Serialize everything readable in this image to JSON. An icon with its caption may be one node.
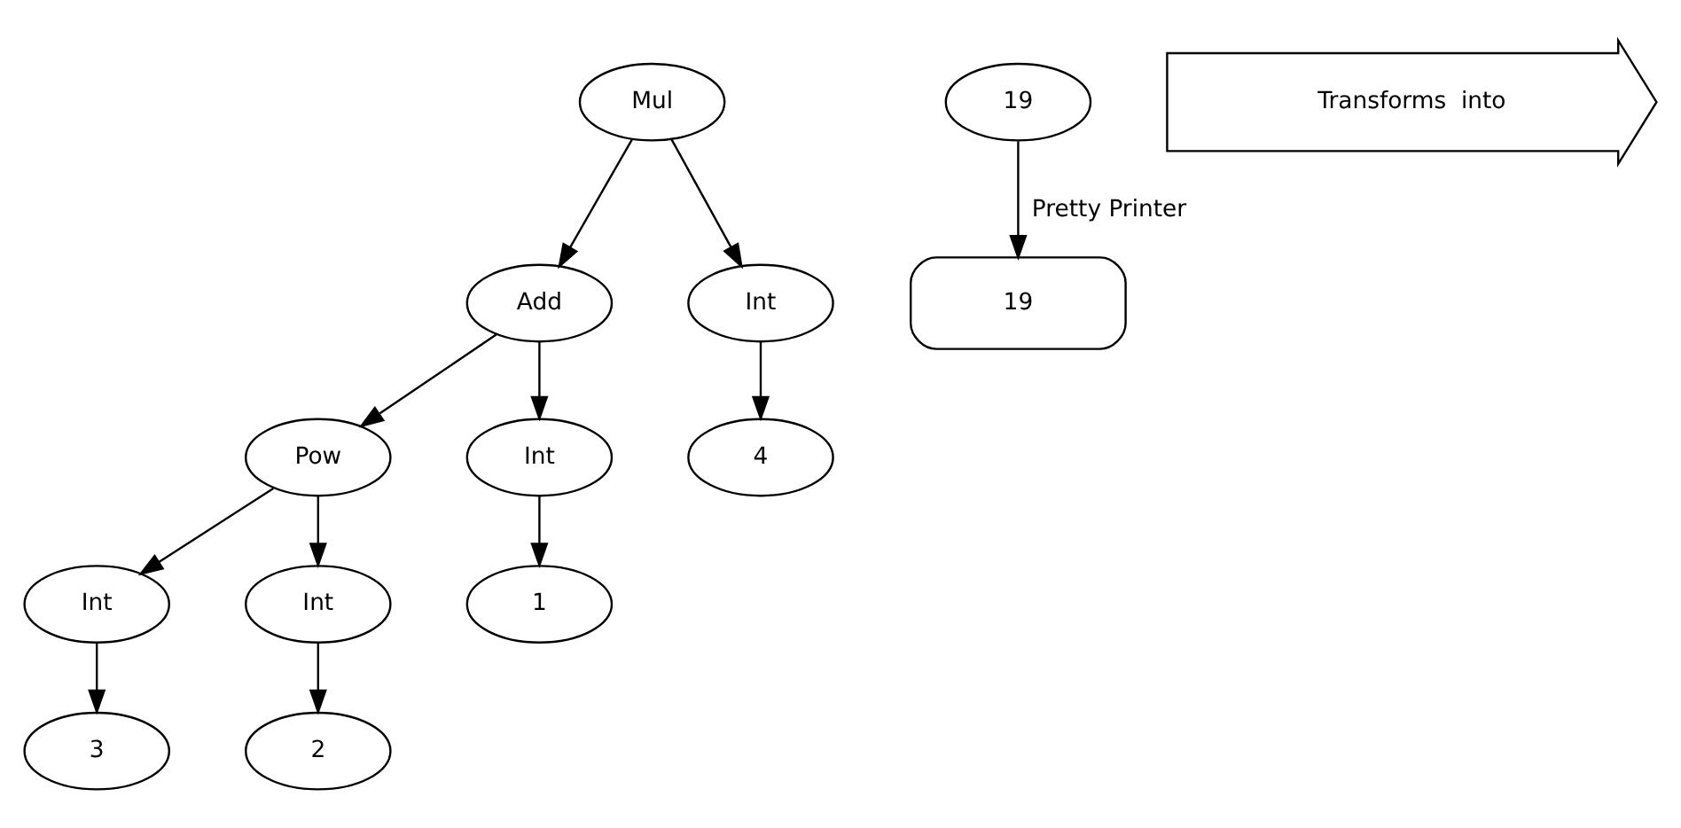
{
  "diagram": {
    "nodes": [
      {
        "text": [
          "Mul"
        ]
      },
      {
        "text": [
          "Add"
        ]
      },
      {
        "text": [
          "Int"
        ]
      },
      {
        "text": [
          "19"
        ]
      },
      {
        "text": [
          "Pow"
        ]
      },
      {
        "text": [
          "Int"
        ]
      },
      {
        "text": [
          "4"
        ]
      },
      {
        "text": [
          "Int"
        ]
      },
      {
        "text": [
          "Int"
        ]
      },
      {
        "text": [
          "1"
        ]
      },
      {
        "text": [
          "Transforms  into"
        ]
      },
      {
        "text": [
          "19"
        ]
      },
      {
        "text": [
          "3"
        ]
      },
      {
        "text": [
          "2"
        ]
      }
    ],
    "edges": [
      {
        "from": 0,
        "to": 1,
        "arrow": "to"
      },
      {
        "from": 0,
        "to": 2,
        "arrow": "to"
      },
      {
        "from": 1,
        "to": 4,
        "arrow": "to"
      },
      {
        "from": 1,
        "to": 5,
        "arrow": "to"
      },
      {
        "from": 2,
        "to": 6,
        "arrow": "to"
      },
      {
        "from": 4,
        "to": 7,
        "arrow": "to"
      },
      {
        "from": 4,
        "to": 8,
        "arrow": "to"
      },
      {
        "from": 5,
        "to": 9,
        "arrow": "to"
      },
      {
        "from": 7,
        "to": 12,
        "arrow": "to"
      },
      {
        "from": 8,
        "to": 13,
        "arrow": "to"
      },
      {
        "from": 11,
        "to": 3,
        "arrow": "to",
        "label": "Pretty Printer"
      }
    ]
  }
}
